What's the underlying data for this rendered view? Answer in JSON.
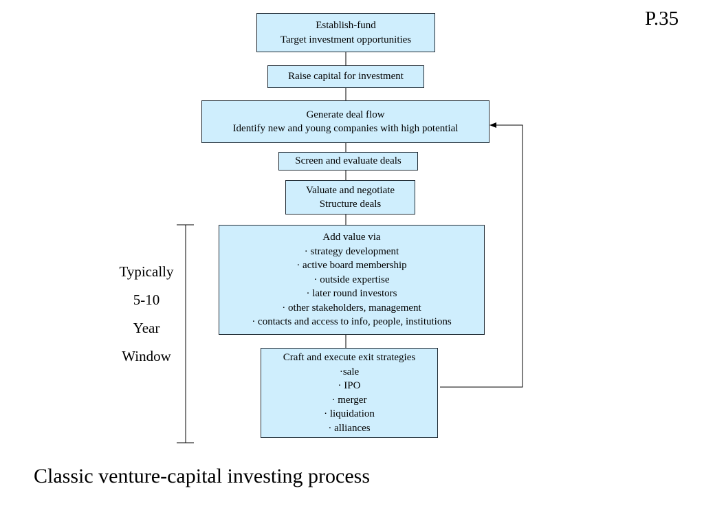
{
  "page_number": "P.35",
  "caption": "Classic venture-capital investing process",
  "window_label": [
    "Typically",
    "5-10",
    "Year",
    "Window"
  ],
  "steps": [
    {
      "id": "establish-fund",
      "lines": [
        "Establish-fund",
        "Target investment opportunities"
      ]
    },
    {
      "id": "raise-capital",
      "lines": [
        "Raise capital for investment"
      ]
    },
    {
      "id": "generate-deal-flow",
      "lines": [
        "Generate deal flow",
        "Identify new and young companies with high potential"
      ]
    },
    {
      "id": "screen-evaluate",
      "lines": [
        "Screen and evaluate deals"
      ]
    },
    {
      "id": "valuate-negotiate",
      "lines": [
        "Valuate and negotiate",
        "Structure deals"
      ]
    },
    {
      "id": "add-value",
      "lines": [
        "Add value via",
        "·  strategy development",
        "·  active board membership",
        "·  outside expertise",
        "·  later round investors",
        "·  other stakeholders, management",
        "·  contacts and access to info, people, institutions"
      ]
    },
    {
      "id": "exit-strategies",
      "lines": [
        "Craft and execute exit strategies",
        "·sale",
        "· IPO",
        "· merger",
        "· liquidation",
        "· alliances"
      ]
    }
  ],
  "colors": {
    "box_fill": "#cfeefd",
    "box_border": "#1f2a33",
    "line": "#000000"
  }
}
